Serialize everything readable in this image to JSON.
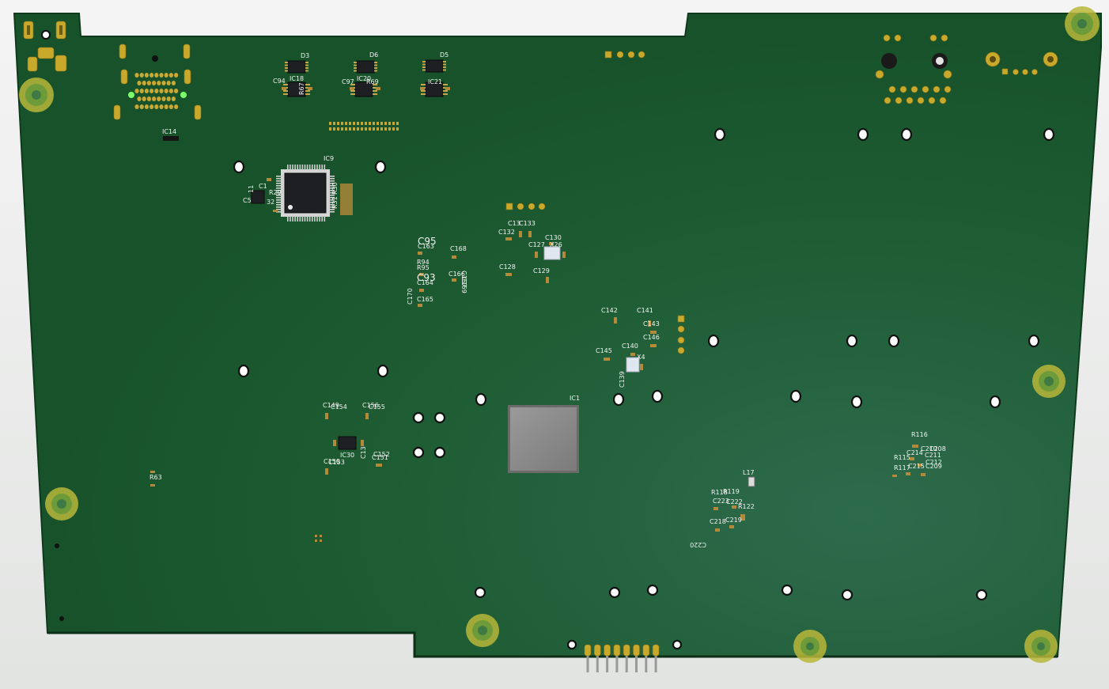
{
  "board": {
    "colors": {
      "background": "#ececec",
      "board_dark": "#17532a",
      "board_light": "#2b6a4a",
      "silkscreen": "#f2f2f2",
      "pad_gold": "#c9a92b",
      "mount_ring": "#b9b73a"
    },
    "main_ic": "IC1",
    "labels": {
      "ic_top": [
        {
          "ref": "D3"
        },
        {
          "ref": "C94"
        },
        {
          "ref": "IC18"
        },
        {
          "ref": "R67"
        },
        {
          "ref": "D6"
        },
        {
          "ref": "C97"
        },
        {
          "ref": "IC20"
        },
        {
          "ref": "R69"
        },
        {
          "ref": "D5"
        },
        {
          "ref": "IC21"
        }
      ],
      "ic14": "IC14",
      "ic9_group": [
        "IC9",
        "11",
        "C1",
        "C5",
        "32",
        "R29",
        "R30",
        "R31"
      ],
      "cap_grid_1": [
        "C13",
        "C133",
        "C132",
        "C130",
        "C127",
        "X26",
        "C128",
        "C129"
      ],
      "mid_block": [
        "C95",
        "C163",
        "C168",
        "R94",
        "R95",
        "C93",
        "C164",
        "C166",
        "C167",
        "C169",
        "C170",
        "C165"
      ],
      "cap_grid_2": [
        "C142",
        "C141",
        "C143",
        "C146",
        "C145",
        "C140",
        "X4",
        "C139"
      ],
      "ic30_group": [
        "C149",
        "C154",
        "C156",
        "C155",
        "IC30",
        "C152",
        "C151",
        "C153",
        "C150",
        "C13"
      ],
      "r63": "R63",
      "l17": "L17",
      "r_group_1": [
        "R118",
        "R119",
        "C222",
        "C223",
        "R122",
        "C218",
        "C219",
        "C220"
      ],
      "r_group_2": [
        "R116",
        "C210",
        "C208",
        "R115",
        "C214",
        "C211",
        "R117",
        "C215",
        "C212",
        "C209"
      ]
    }
  }
}
